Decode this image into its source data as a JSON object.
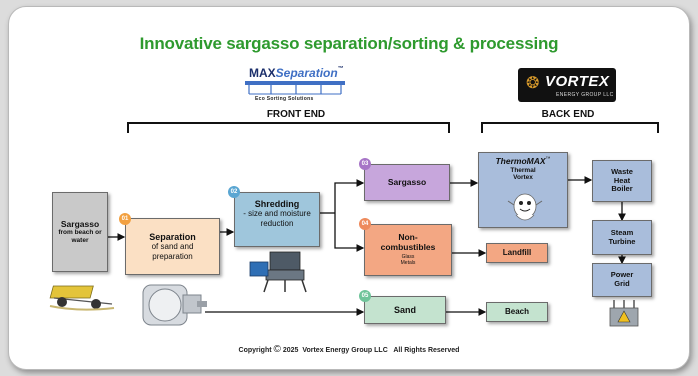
{
  "title": "Innovative sargasso separation/sorting & processing",
  "front_end": {
    "logo_name": "MAXSeparation",
    "logo_max": "MAX",
    "logo_sep": "Separation",
    "logo_tm": "™",
    "logo_tagline": "Eco Sorting Solutions",
    "label": "FRONT END"
  },
  "back_end": {
    "logo_name": "VORTEX",
    "logo_sub": "ENERGY GROUP LLC",
    "label": "BACK END"
  },
  "nodes": {
    "source": {
      "title": "Sargasso",
      "sub": "from beach or water"
    },
    "separation": {
      "num": "01",
      "title": "Separation",
      "sub": "of sand and preparation"
    },
    "shredding": {
      "num": "02",
      "title": "Shredding",
      "sub": "- size and moisture reduction"
    },
    "sargasso": {
      "num": "03",
      "title": "Sargasso"
    },
    "noncomb": {
      "num": "04",
      "title": "Non-combustibles",
      "sub": "Glass Metals"
    },
    "sand": {
      "num": "05",
      "title": "Sand"
    },
    "thermomax": {
      "title_italic": "ThermoMAX",
      "tm": "™",
      "sub": "Thermal Vortex"
    },
    "landfill": {
      "title": "Landfill"
    },
    "beach": {
      "title": "Beach"
    },
    "waste_heat_boiler": {
      "title": "Waste Heat Boiler"
    },
    "steam_turbine": {
      "title": "Steam Turbine"
    },
    "power_grid": {
      "title": "Power Grid"
    }
  },
  "copyright": {
    "prefix": "Copyright",
    "symbol": "©",
    "text": "2025  Vortex Energy Group LLC   All Rights Reserved"
  },
  "colors": {
    "title_green": "#2e9a2e",
    "orange_box": "#fbe0c4",
    "blue_box": "#9fc6dc",
    "purple_box": "#c7a6dc",
    "salmon_box": "#f3a783",
    "green_box": "#c4e3cf",
    "back_end_box": "#a9bddb",
    "source_box": "#c9c9c9",
    "badge_orange": "#f2a040",
    "badge_blue": "#5aa6d2",
    "badge_purple": "#a775c7",
    "badge_salmon": "#ee8a5c",
    "badge_green": "#6fc49a"
  }
}
